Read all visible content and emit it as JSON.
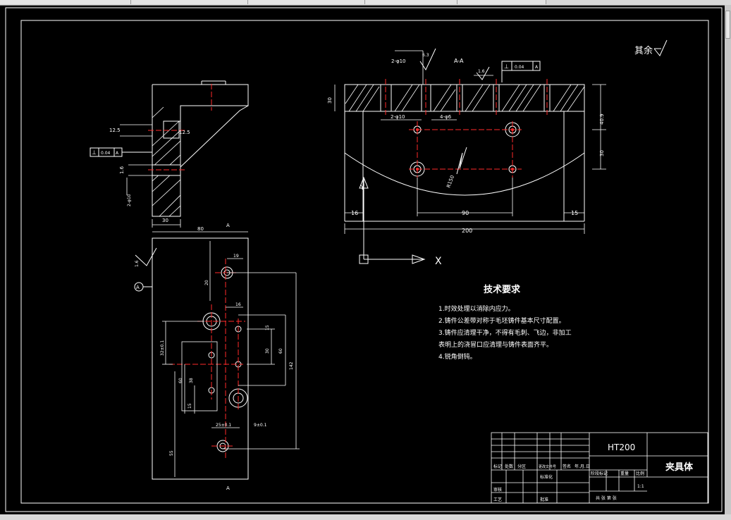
{
  "drawing": {
    "surface_finish_note": "其余",
    "section_label": "A-A",
    "tech_requirements": {
      "title": "技术要求",
      "items": [
        "1.时效处理以消除内应力。",
        "2.铸件公差带对称于毛坯铸件基本尺寸配置。",
        "3.铸件应清理干净，不得有毛刺、飞边，非加工",
        "表明上的浇冒口应清理与铸件表面齐平。",
        "4.锐角倒钝。"
      ]
    },
    "title_block": {
      "material": "HT200",
      "part_name": "夹具体",
      "scale_value": "1:1",
      "row_labels": [
        "标记",
        "处数",
        "分区",
        "更改文件号",
        "签名",
        "年.月.日"
      ],
      "design_label": "标准化",
      "review_label": "审核",
      "process_label": "工艺",
      "approve_label": "批准",
      "stage_label": "阶段标记",
      "weight_label": "重量",
      "scale_label": "比例",
      "sheet_label": "共 张 第 张"
    },
    "ucs": {
      "x_label": "X",
      "y_label": "Y"
    },
    "dims": {
      "top_30": "30",
      "top_2_phi10": "2-φ10",
      "top_4_phi6": "4-φ6",
      "top_R150": "R150",
      "top_90": "90",
      "top_200": "200",
      "top_16": "16",
      "top_15": "15",
      "top_40_9": "40.9",
      "top_30b": "30",
      "side_30": "30",
      "side_12_5a": "12.5",
      "side_12_5b": "12.5",
      "side_flat": "0.04",
      "side_1_6": "1.6",
      "side_2_phi10": "2-φ10",
      "front_80": "80",
      "front_19": "19",
      "front_16": "16",
      "front_15": "15",
      "front_30": "30",
      "front_60": "60",
      "front_142": "142",
      "front_32": "32±0.1",
      "front_60b": "60",
      "front_38": "38",
      "front_15b": "15",
      "front_25": "25±0.1",
      "front_9": "9±0.1",
      "front_20": "20",
      "front_55": "55",
      "front_1_6": "1.6",
      "front_A": "A",
      "tol_flat": "0.04",
      "tol_A": "A",
      "rough_6_3": "6.3",
      "rough_1_6": "1.6"
    }
  }
}
